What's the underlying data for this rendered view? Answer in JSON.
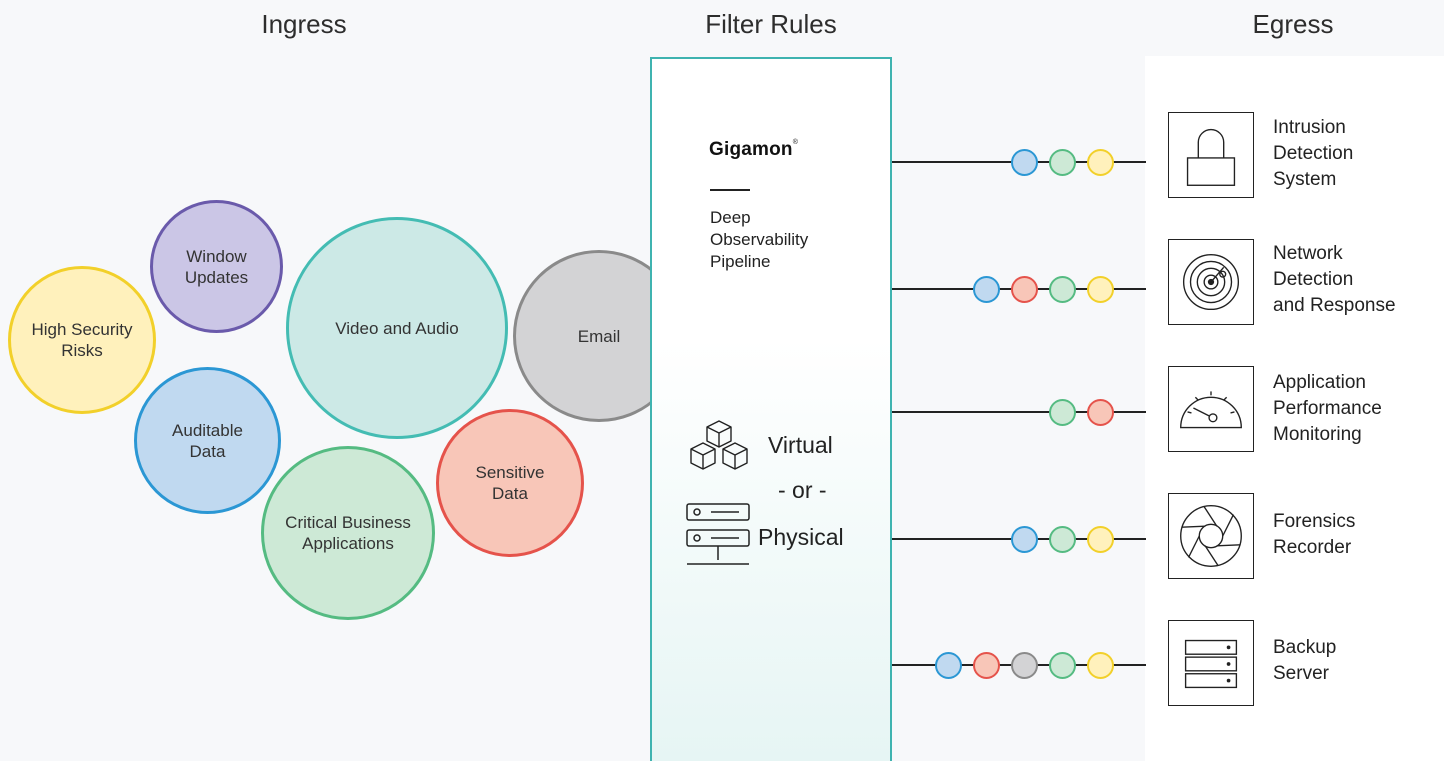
{
  "headings": {
    "ingress": "Ingress",
    "filter": "Filter Rules",
    "egress": "Egress"
  },
  "colors": {
    "blue": "#2b97d4",
    "blue_fill": "#c0d9f0",
    "red": "#e5534b",
    "red_fill": "#f8c6b8",
    "green": "#55bb82",
    "green_fill": "#cde9d6",
    "yellow": "#f2d02a",
    "yellow_fill": "#fff1bc",
    "purple": "#6a5aab",
    "purple_fill": "#cbc6e6",
    "teal": "#44bcb3",
    "teal_fill": "#cce9e6",
    "gray": "#8a8a8a",
    "gray_fill": "#d3d3d5",
    "filter_border": "#3fb3b0"
  },
  "ingress": {
    "high_security_risks": "High Security\nRisks",
    "window_updates": "Window\nUpdates",
    "video_and_audio": "Video and Audio",
    "email": "Email",
    "auditable_data": "Auditable\nData",
    "sensitive_data": "Sensitive\nData",
    "critical_business_applications": "Critical Business\nApplications"
  },
  "filter": {
    "brand": "Gigamon",
    "brand_mark": "®",
    "pipeline": "Deep\nObservability\nPipeline",
    "virtual": "Virtual",
    "or": "- or -",
    "physical": "Physical"
  },
  "egress": {
    "ids": "Intrusion\nDetection\nSystem",
    "ndr": "Network\nDetection\nand Response",
    "apm": "Application\nPerformance\nMonitoring",
    "forensics": "Forensics\nRecorder",
    "backup": "Backup\nServer"
  },
  "flows": {
    "ids": [
      "blue",
      "green",
      "yellow"
    ],
    "ndr": [
      "blue",
      "red",
      "green",
      "yellow"
    ],
    "apm": [
      "green",
      "red"
    ],
    "forensics": [
      "blue",
      "green",
      "yellow"
    ],
    "backup": [
      "blue",
      "red",
      "gray",
      "green",
      "yellow"
    ]
  }
}
